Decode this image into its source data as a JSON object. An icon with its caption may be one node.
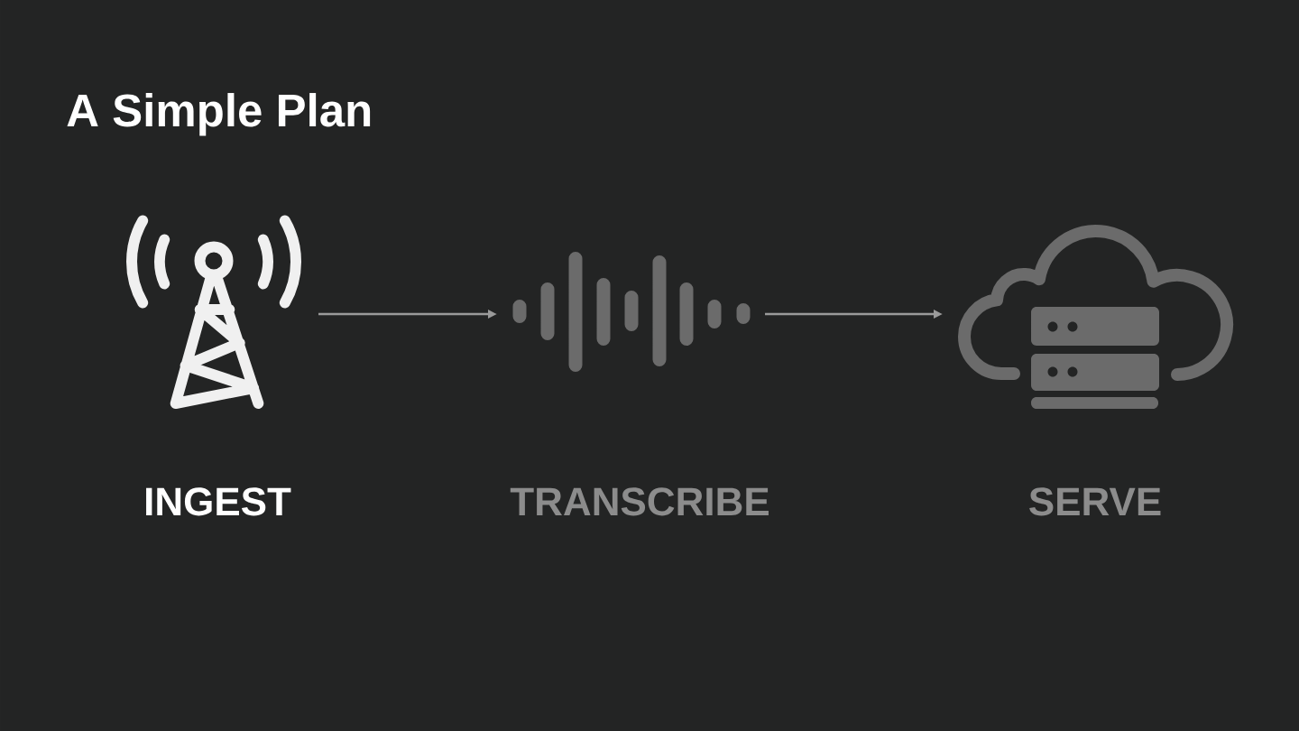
{
  "diagram": {
    "title": "A Simple Plan",
    "nodes": [
      {
        "text": [
          "INGEST"
        ]
      },
      {
        "text": [
          "TRANSCRIBE"
        ]
      },
      {
        "text": [
          "SERVE"
        ]
      }
    ],
    "edges": [
      {
        "from": 0,
        "to": 1,
        "arrow": "to"
      },
      {
        "from": 1,
        "to": 2,
        "arrow": "to"
      }
    ]
  }
}
